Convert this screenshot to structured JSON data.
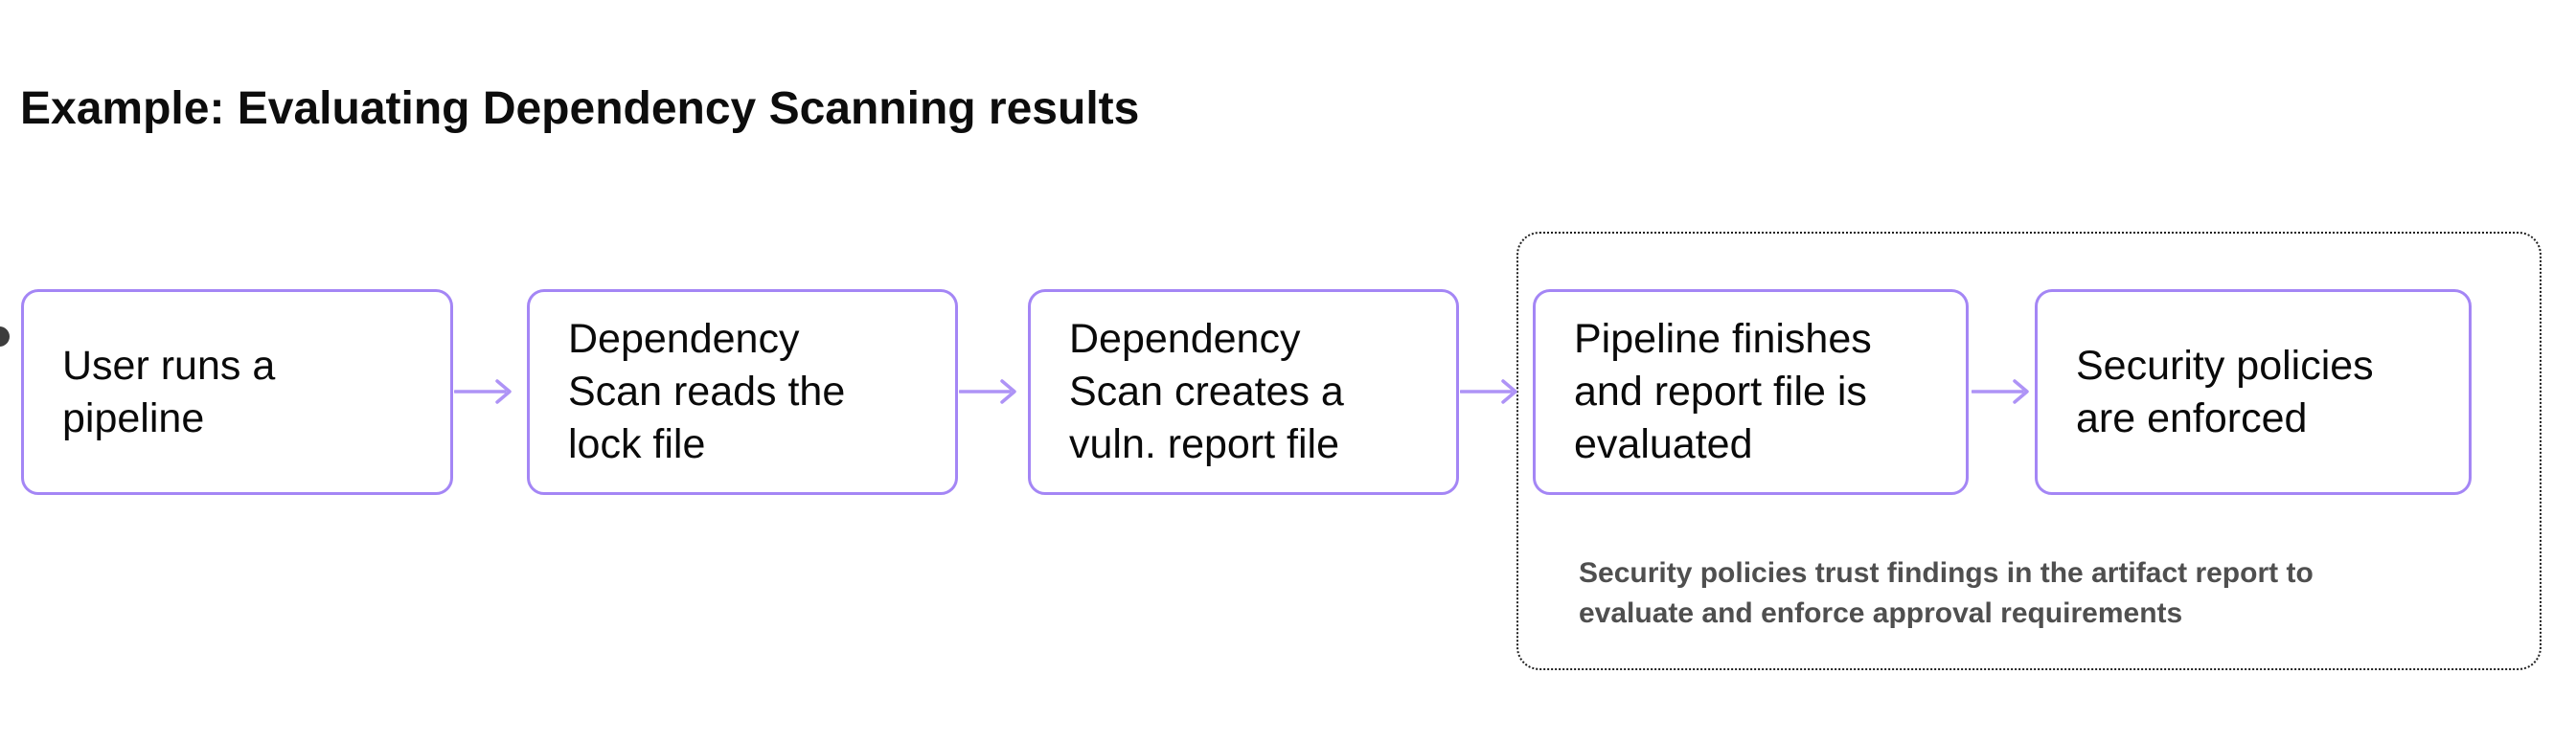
{
  "title": "Example: Evaluating Dependency Scanning results",
  "flow": {
    "nodes": [
      {
        "label": "User runs a\npipeline"
      },
      {
        "label": "Dependency\nScan reads the\nlock file"
      },
      {
        "label": "Dependency\nScan creates a\nvuln. report file"
      },
      {
        "label": "Pipeline finishes\nand report file is\nevaluated"
      },
      {
        "label": "Security policies\nare enforced"
      }
    ],
    "annotation": "Security policies trust findings in the artifact report to\nevaluate and enforce approval requirements"
  },
  "colors": {
    "node_border": "#a486f5",
    "arrow": "#ae93f6",
    "group_border": "#1f1f1f",
    "annotation_text": "#4f4f4f",
    "node_text": "#0a0a0a",
    "title_text": "#0d0d0d"
  }
}
